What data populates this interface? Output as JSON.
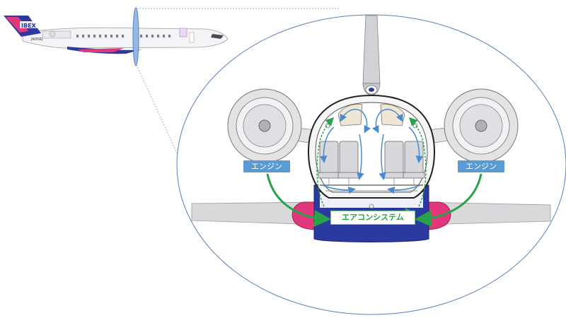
{
  "labels": {
    "engine_left": "エンジン",
    "engine_right": "エンジン",
    "air_system": "エアコンシステム"
  },
  "aircraft": {
    "registration": "JA05RJ",
    "logo": "IBEX"
  },
  "colors": {
    "engine_label": "#5b9bd5",
    "green_flow": "#29a34a",
    "blue_flow": "#4a8ad0",
    "fuselage_blue": "#2c3aa0",
    "fairing_pink": "#e2377a",
    "zoom_ellipse": "#5b7fb7"
  }
}
